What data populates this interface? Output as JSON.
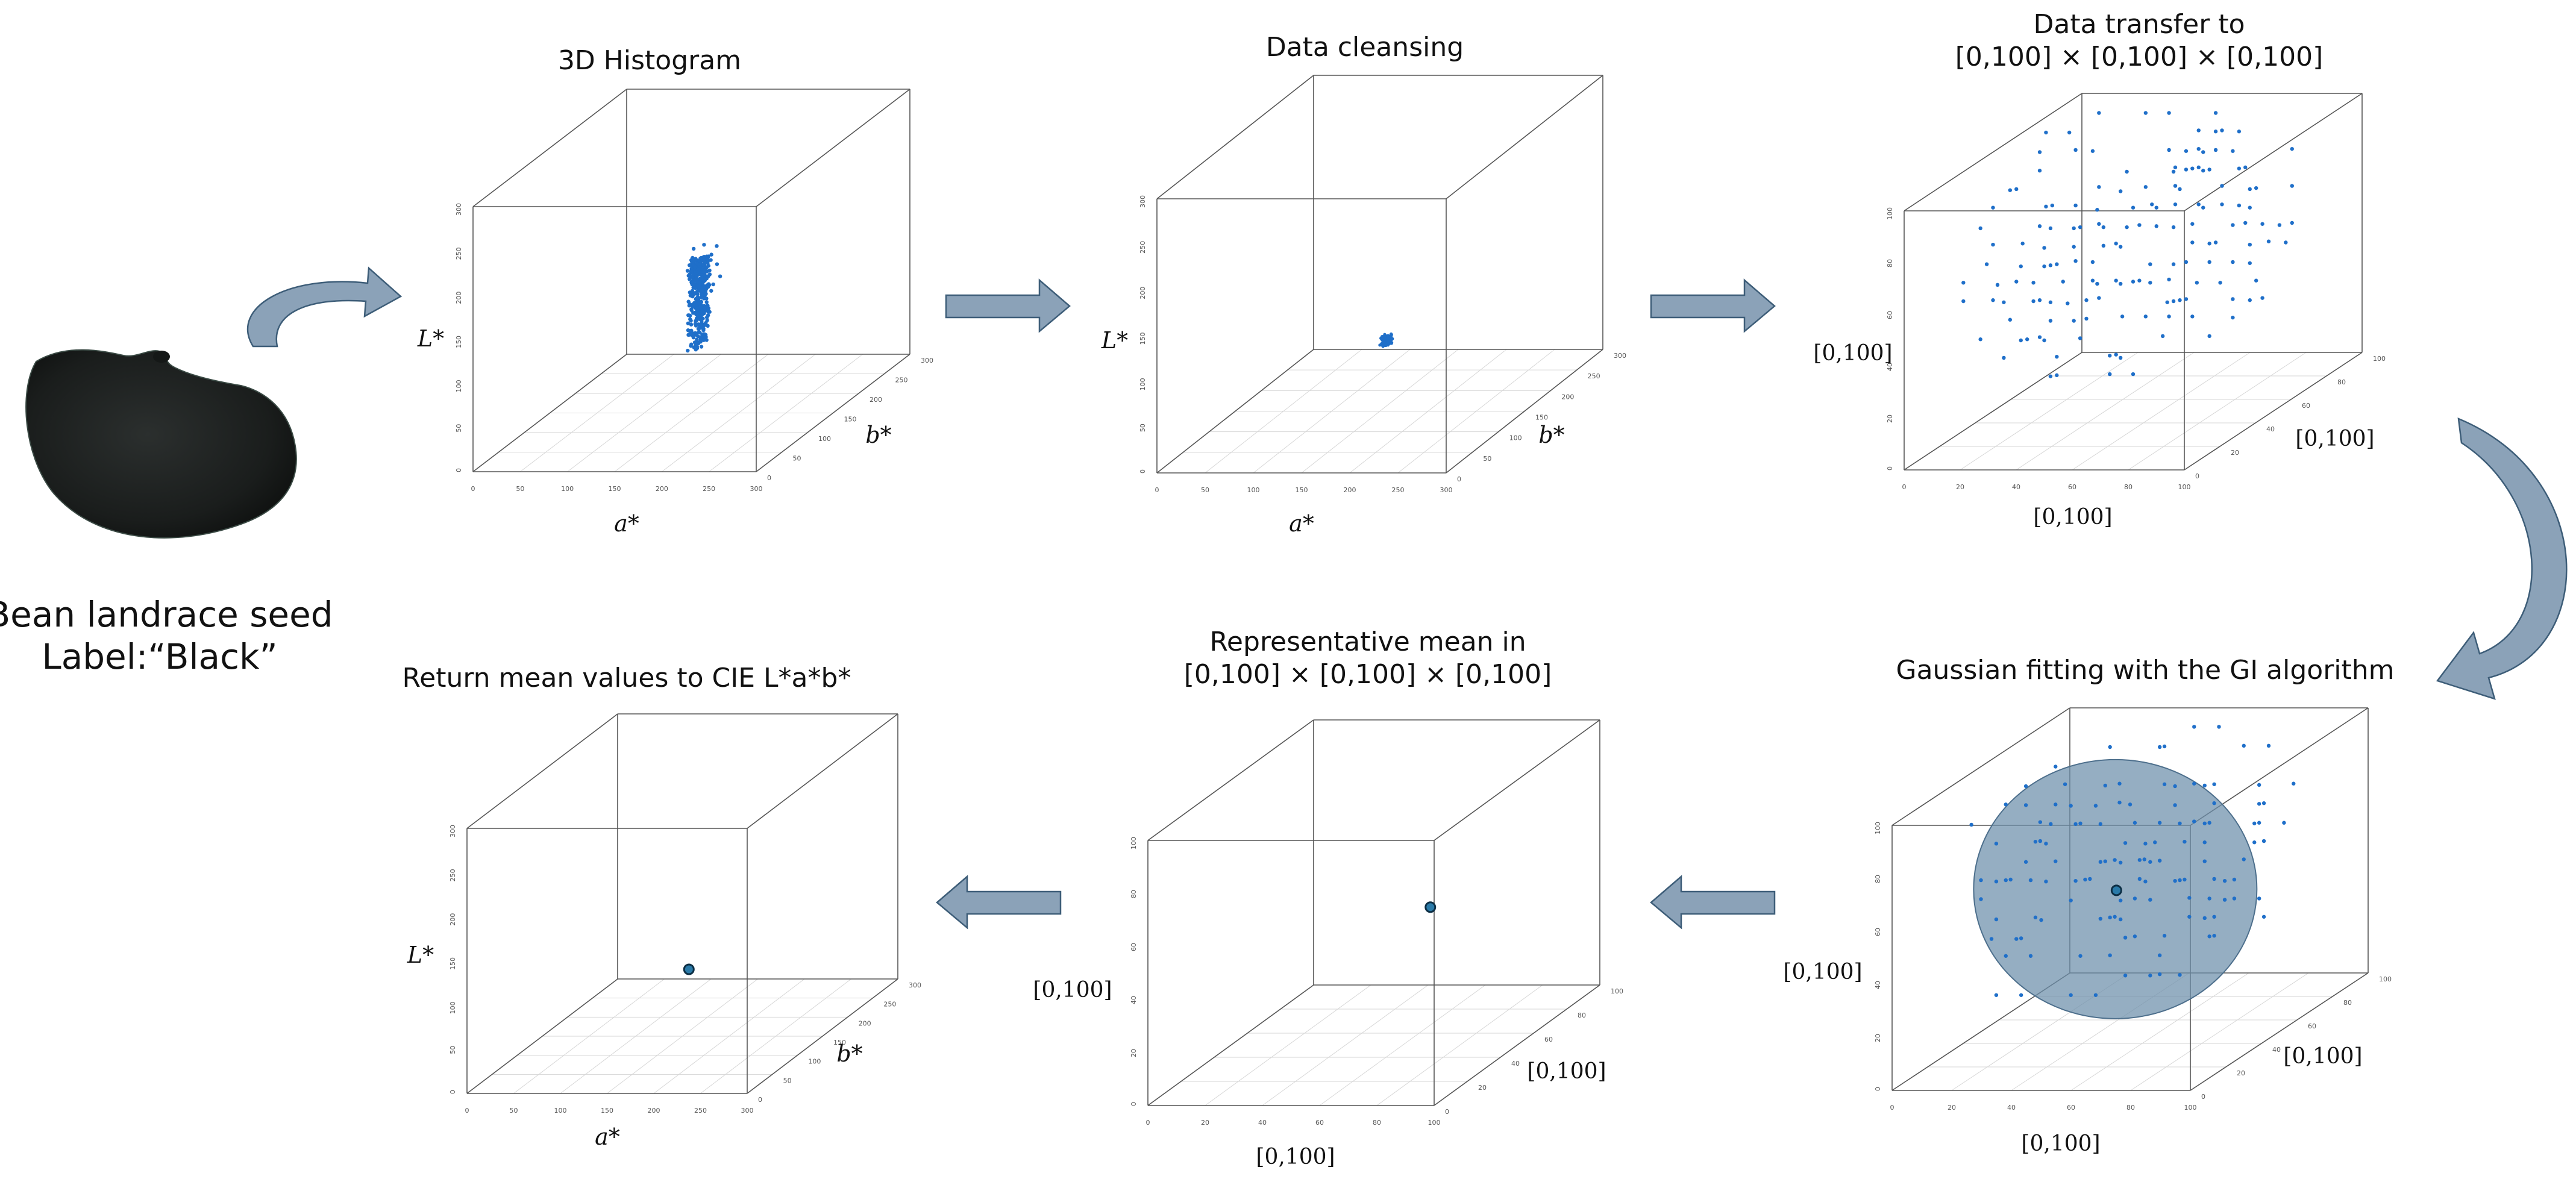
{
  "seed": {
    "label_line1": "Bean landrace seed",
    "label_line2": "Label:“Black”"
  },
  "panels": [
    {
      "id": "p1",
      "title_lines": [
        "3D Histogram"
      ],
      "x_label": "a*",
      "y_label": "b*",
      "z_label": "L*",
      "x_ticks": [
        "0",
        "50",
        "100",
        "150",
        "200",
        "250",
        "300"
      ],
      "y_ticks": [
        "0",
        "50",
        "100",
        "150",
        "200",
        "250",
        "300"
      ],
      "z_ticks": [
        "0",
        "50",
        "100",
        "150",
        "200",
        "250",
        "300"
      ],
      "range": [
        0,
        300
      ]
    },
    {
      "id": "p2",
      "title_lines": [
        "Data cleansing"
      ],
      "x_label": "a*",
      "y_label": "b*",
      "z_label": "L*",
      "x_ticks": [
        "0",
        "50",
        "100",
        "150",
        "200",
        "250",
        "300"
      ],
      "y_ticks": [
        "0",
        "50",
        "100",
        "150",
        "200",
        "250",
        "300"
      ],
      "z_ticks": [
        "0",
        "50",
        "100",
        "150",
        "200",
        "250",
        "300"
      ],
      "range": [
        0,
        300
      ]
    },
    {
      "id": "p3",
      "title_lines": [
        "Data transfer to",
        "[0,100] × [0,100] × [0,100]"
      ],
      "x_label": "[0,100]",
      "y_label": "[0,100]",
      "z_label": "[0,100]",
      "x_ticks": [
        "0",
        "20",
        "40",
        "60",
        "80",
        "100"
      ],
      "y_ticks": [
        "0",
        "20",
        "40",
        "60",
        "80",
        "100"
      ],
      "z_ticks": [
        "0",
        "20",
        "40",
        "60",
        "80",
        "100"
      ],
      "range": [
        0,
        100
      ]
    },
    {
      "id": "p4",
      "title_lines": [
        "Gaussian fitting with the GI algorithm"
      ],
      "x_label": "[0,100]",
      "y_label": "[0,100]",
      "z_label": "[0,100]",
      "x_ticks": [
        "0",
        "20",
        "40",
        "60",
        "80",
        "100"
      ],
      "y_ticks": [
        "0",
        "20",
        "40",
        "60",
        "80",
        "100"
      ],
      "z_ticks": [
        "0",
        "20",
        "40",
        "60",
        "80",
        "100"
      ],
      "range": [
        0,
        100
      ]
    },
    {
      "id": "p5",
      "title_lines": [
        "Representative mean in",
        "[0,100] × [0,100] × [0,100]"
      ],
      "x_label": "[0,100]",
      "y_label": "[0,100]",
      "z_label": "[0,100]",
      "x_ticks": [
        "0",
        "20",
        "40",
        "60",
        "80",
        "100"
      ],
      "y_ticks": [
        "0",
        "20",
        "40",
        "60",
        "80",
        "100"
      ],
      "z_ticks": [
        "0",
        "20",
        "40",
        "60",
        "80",
        "100"
      ],
      "range": [
        0,
        100
      ]
    },
    {
      "id": "p6",
      "title_lines": [
        "Return mean values to CIE L*a*b*"
      ],
      "x_label": "a*",
      "y_label": "b*",
      "z_label": "L*",
      "x_ticks": [
        "0",
        "50",
        "100",
        "150",
        "200",
        "250",
        "300"
      ],
      "y_ticks": [
        "0",
        "50",
        "100",
        "150",
        "200",
        "250",
        "300"
      ],
      "z_ticks": [
        "0",
        "50",
        "100",
        "150",
        "200",
        "250",
        "300"
      ],
      "range": [
        0,
        300
      ]
    }
  ],
  "flow": [
    "seed → 3D Histogram",
    "3D Histogram → Data cleansing",
    "Data cleansing → Data transfer",
    "Data transfer → Gaussian fitting",
    "Gaussian fitting → Representative mean",
    "Representative mean → Return mean values"
  ],
  "colors": {
    "points": "#1f6fc9",
    "gaussian_fill": "#6c8fab",
    "mean_point": "#2a7aa8",
    "arrow_fill": "#8ba2b8",
    "arrow_stroke": "#3d5d78",
    "seed": "#1c1f1e"
  }
}
